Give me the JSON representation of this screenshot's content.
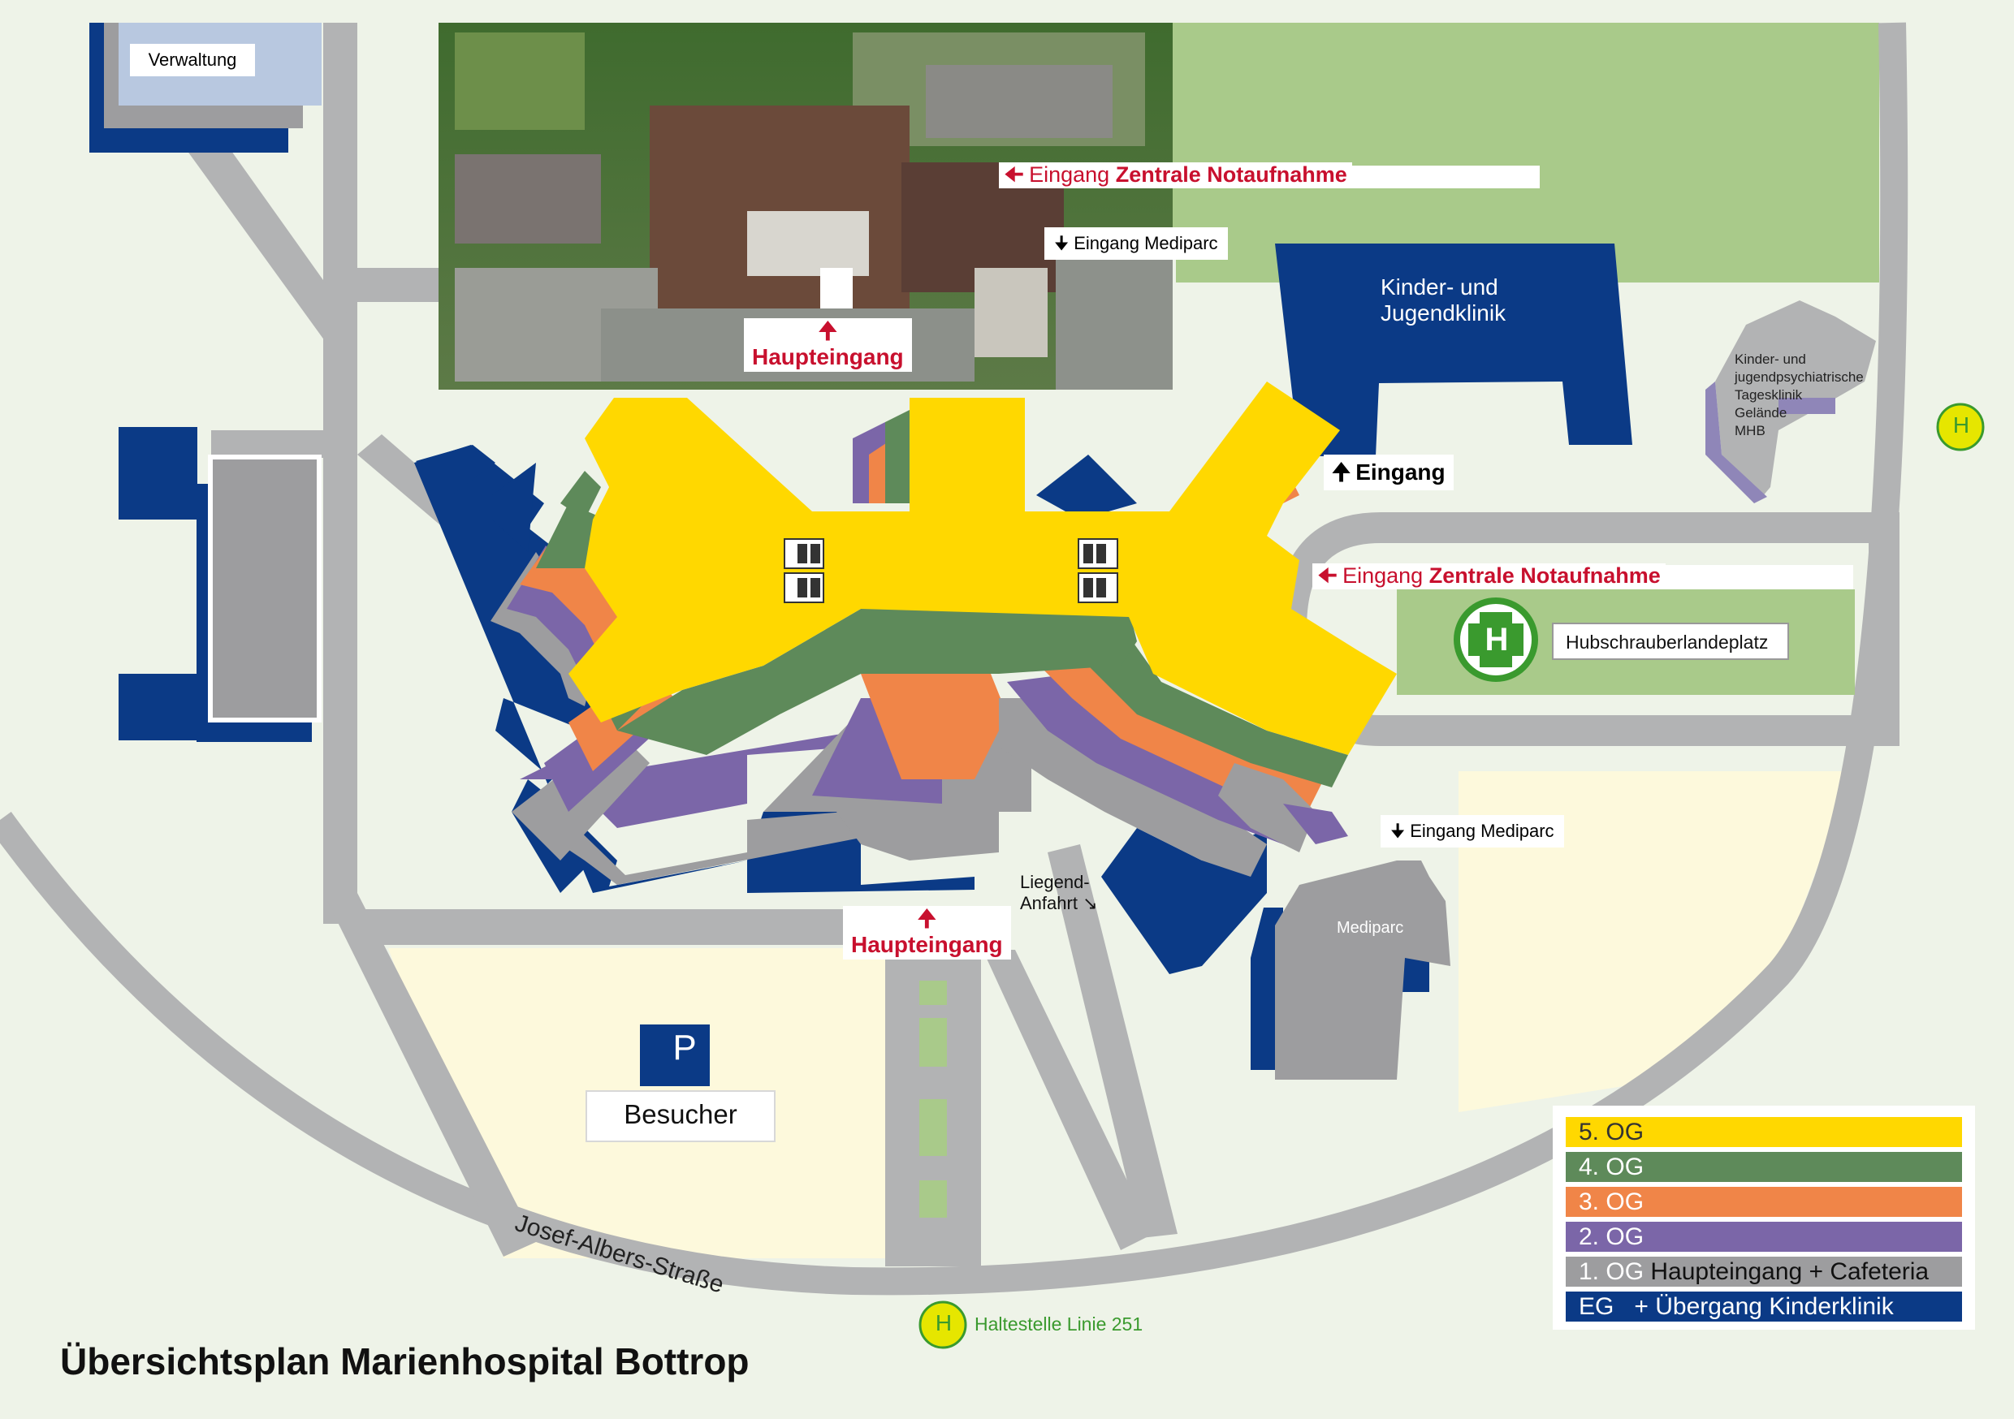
{
  "labels": {
    "verwaltung": "Verwaltung",
    "kinderklinik": [
      "Kinder- und",
      "Jugendklinik"
    ],
    "tagesklinik": [
      "Kinder- und",
      "jugendpsychiatrische",
      "Tagesklinik",
      "Gelände",
      "MHB"
    ],
    "hubschrauber": "Hubschrauberlandeplatz",
    "mediparc": "Mediparc",
    "parking_letter": "P",
    "besucher": "Besucher",
    "street": "Josef-Albers-Straße",
    "bus_stop": "Haltestelle Linie 251",
    "bus_letter": "H",
    "heli_letter": "H",
    "liegend": [
      "Liegend-",
      "Anfahrt"
    ],
    "title": "Übersichtsplan Marienhospital Bottrop"
  },
  "entrances": {
    "notaufnahme_prefix": "Eingang",
    "notaufnahme_bold": "Zentrale Notaufnahme",
    "mediparc": "Eingang Mediparc",
    "haupteingang": "Haupteingang",
    "eingang": "Eingang"
  },
  "legend": [
    {
      "level": "5. OG",
      "desc": "",
      "color": "#ffd800",
      "text_color": "#333333"
    },
    {
      "level": "4. OG",
      "desc": "",
      "color": "#5e8a5a",
      "text_color": "#ffffff"
    },
    {
      "level": "3. OG",
      "desc": "",
      "color": "#f08548",
      "text_color": "#ffffff"
    },
    {
      "level": "2. OG",
      "desc": "",
      "color": "#7b66a8",
      "text_color": "#ffffff"
    },
    {
      "level": "1. OG",
      "desc": "Haupteingang + Cafeteria",
      "color": "#9d9d9f",
      "text_color": "#ffffff"
    },
    {
      "level": "EG",
      "desc": "+ Übergang Kinderklinik",
      "color": "#0b3a86",
      "text_color": "#ffffff"
    }
  ],
  "colors": {
    "navy": "#0b3a86",
    "road": "#b2b3b4",
    "park_green": "#a9ca8a",
    "parking_yellow": "#fdf9dc",
    "accent_red": "#c8102e",
    "bus_yellow": "#e6e600"
  },
  "icons": [
    "elevator-icon",
    "arrow-up-icon",
    "arrow-down-icon",
    "arrow-left-icon",
    "arrow-diag-icon",
    "helipad-icon",
    "bus-stop-icon",
    "parking-icon"
  ]
}
